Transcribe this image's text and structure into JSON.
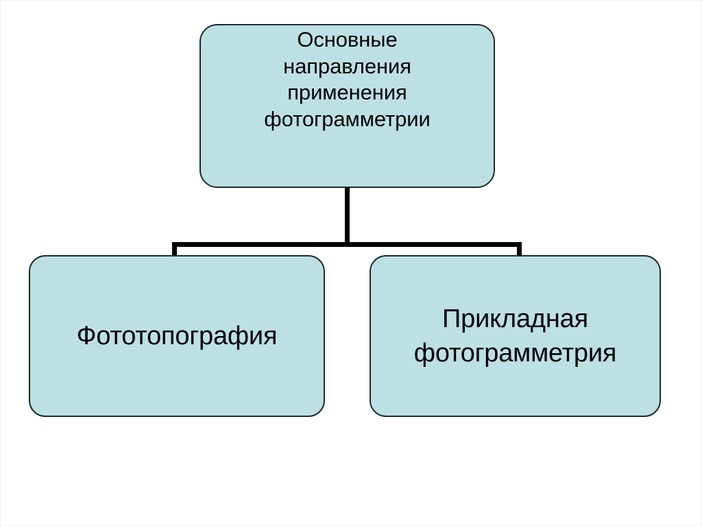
{
  "diagram": {
    "title": "Основные направления применения фотограмметрии",
    "type": "organizational-tree",
    "orientation": "top-down",
    "colors": {
      "node_fill": "#bee0e2",
      "node_border": "#1b2a2e",
      "connector": "#000000",
      "text": "#000000",
      "background": "#ffffff"
    },
    "nodes": {
      "root": {
        "label": "Основные\nнаправления\nприменения\nфотограмметрии",
        "lines": [
          "Основные",
          "направления",
          "применения",
          "фотограмметрии"
        ]
      },
      "child_left": {
        "label": "Фототопография",
        "lines": [
          "Фототопография"
        ]
      },
      "child_right": {
        "label": "Прикладная\nфотограмметрия",
        "lines": [
          "Прикладная",
          "фотограмметрия"
        ]
      }
    },
    "edges": [
      {
        "from": "root",
        "to": "child_left"
      },
      {
        "from": "root",
        "to": "child_right"
      }
    ]
  }
}
